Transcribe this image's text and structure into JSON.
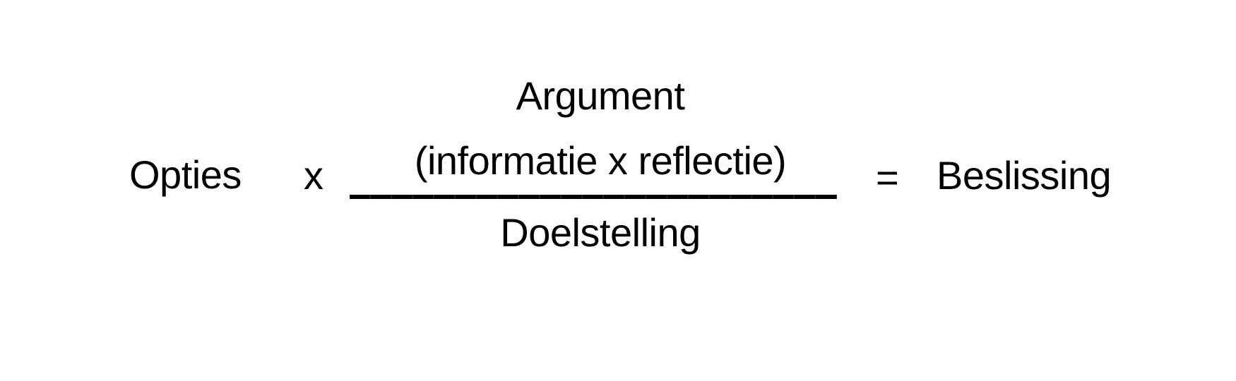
{
  "formula": {
    "left_operand": "Opties",
    "multiply_sign": "x",
    "fraction": {
      "numerator_line1": "Argument",
      "numerator_line2": "(informatie x reflectie)",
      "denominator": "Doelstelling"
    },
    "equals_sign": "=",
    "result": "Beslissing"
  },
  "colors": {
    "text": "#000000",
    "background": "#ffffff",
    "fraction_bar": "#000000"
  }
}
